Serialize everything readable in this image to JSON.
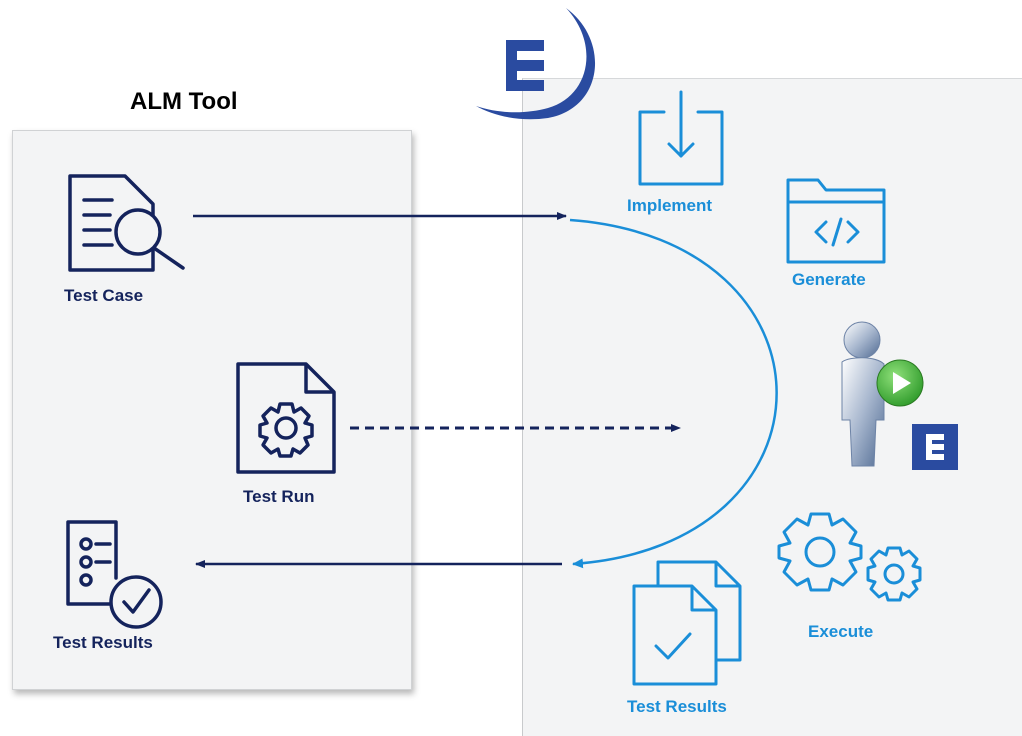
{
  "alm": {
    "title": "ALM Tool",
    "items": [
      {
        "label": "Test Case",
        "icon": "document-search-icon"
      },
      {
        "label": "Test Run",
        "icon": "document-gear-icon"
      },
      {
        "label": "Test Results",
        "icon": "checklist-check-icon"
      }
    ]
  },
  "tool": {
    "items": [
      {
        "label": "Implement",
        "icon": "download-tray-icon"
      },
      {
        "label": "Generate",
        "icon": "code-folder-icon"
      },
      {
        "label": "Execute",
        "icon": "gears-icon"
      },
      {
        "label": "Test Results",
        "icon": "documents-check-icon"
      }
    ]
  },
  "colors": {
    "dark_blue": "#14235c",
    "light_blue": "#1a8ed8",
    "panel_bg": "#f3f4f5",
    "logo_blue": "#2a4ba0"
  }
}
